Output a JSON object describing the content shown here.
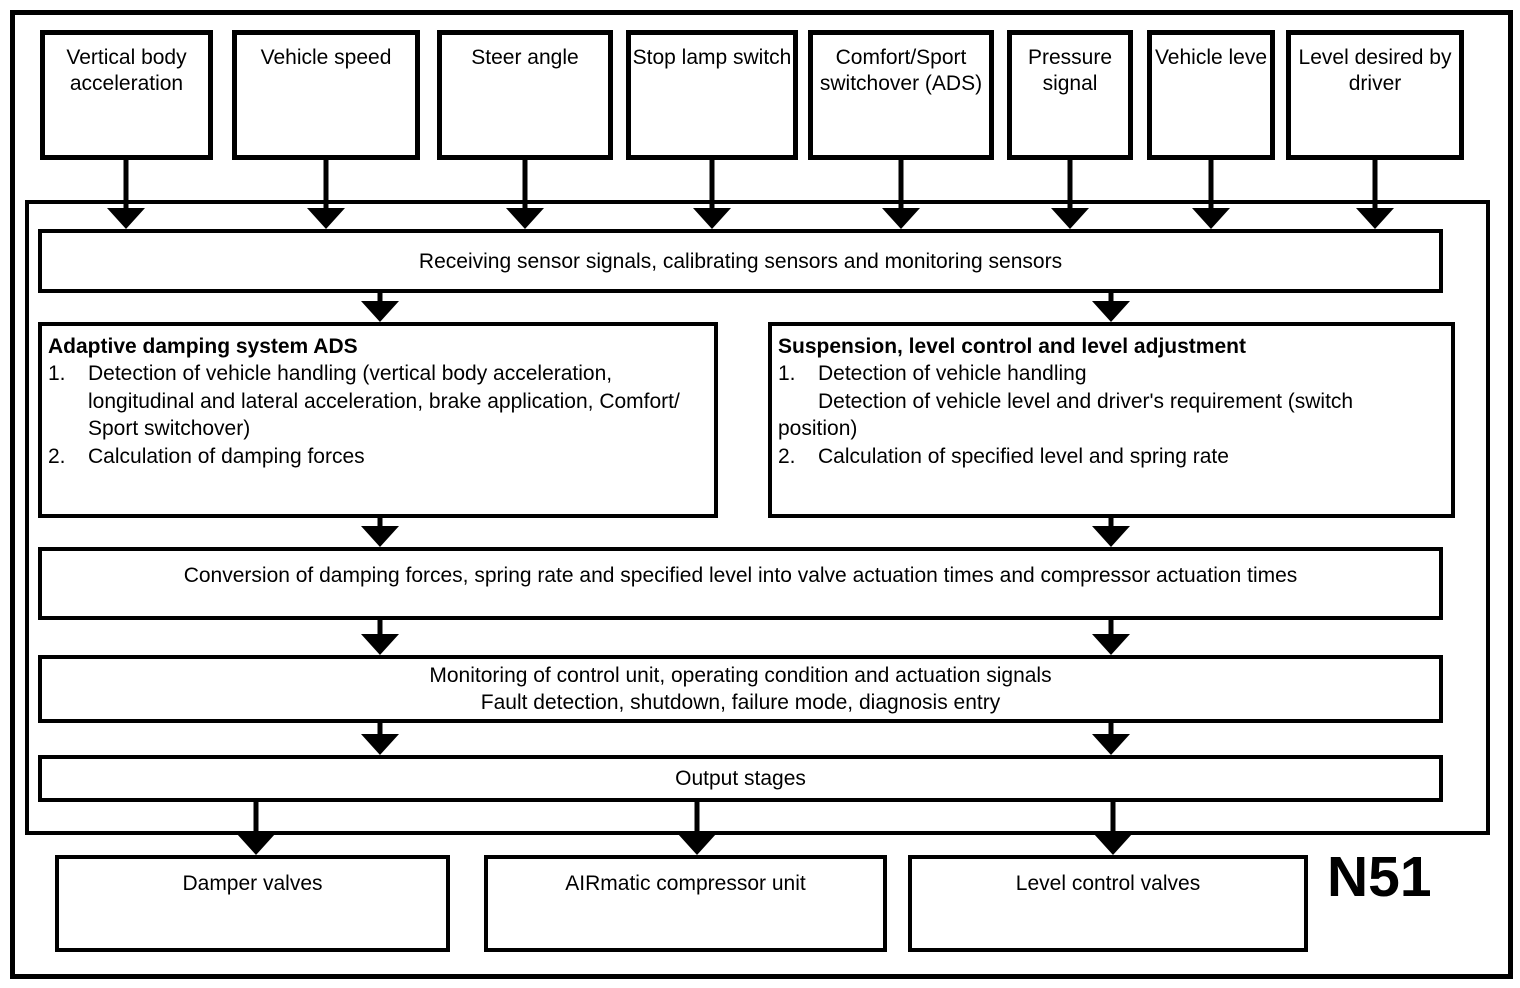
{
  "diagram": {
    "inputs": [
      {
        "label": "Vertical body acceleration"
      },
      {
        "label": "Vehicle speed"
      },
      {
        "label": "Steer angle"
      },
      {
        "label": "Stop lamp switch"
      },
      {
        "label": "Comfort/Sport switchover (ADS)"
      },
      {
        "label": "Pressure signal"
      },
      {
        "label": "Vehicle leve"
      },
      {
        "label": "Level desired by driver"
      }
    ],
    "receiving_label": "Receiving sensor signals, calibrating sensors and monitoring sensors",
    "ads_box": {
      "title": "Adaptive damping system ADS",
      "lines": [
        {
          "marker": "1.",
          "text": "Detection of vehicle handling (vertical body acceleration,",
          "flush": false
        },
        {
          "marker": "",
          "text": "longitudinal and lateral acceleration, brake application, Comfort/",
          "flush": false
        },
        {
          "marker": "",
          "text": "Sport switchover)",
          "flush": false
        },
        {
          "marker": "2.",
          "text": "Calculation of damping forces",
          "flush": false
        }
      ]
    },
    "suspension_box": {
      "title": "Suspension, level control and level adjustment",
      "lines": [
        {
          "marker": "1.",
          "text": "Detection of vehicle handling",
          "flush": false
        },
        {
          "marker": "",
          "text": "Detection of vehicle level and driver's requirement (switch",
          "flush": false
        },
        {
          "marker": "",
          "text": "position)",
          "flush": true
        },
        {
          "marker": "2.",
          "text": "Calculation of specified level and spring rate",
          "flush": false
        }
      ]
    },
    "conversion_label": "Conversion of damping forces, spring rate and specified level into valve actuation times and compressor actuation times",
    "monitoring_lines": [
      "Monitoring of control unit, operating condition and actuation signals",
      "Fault detection, shutdown, failure mode, diagnosis entry"
    ],
    "output_label": "Output stages",
    "outputs": [
      {
        "label": "Damper valves"
      },
      {
        "label": "AIRmatic compressor unit"
      },
      {
        "label": "Level control valves"
      }
    ],
    "unit_code": "N51",
    "colors": {
      "ink": "#000000",
      "paper": "#ffffff"
    }
  }
}
